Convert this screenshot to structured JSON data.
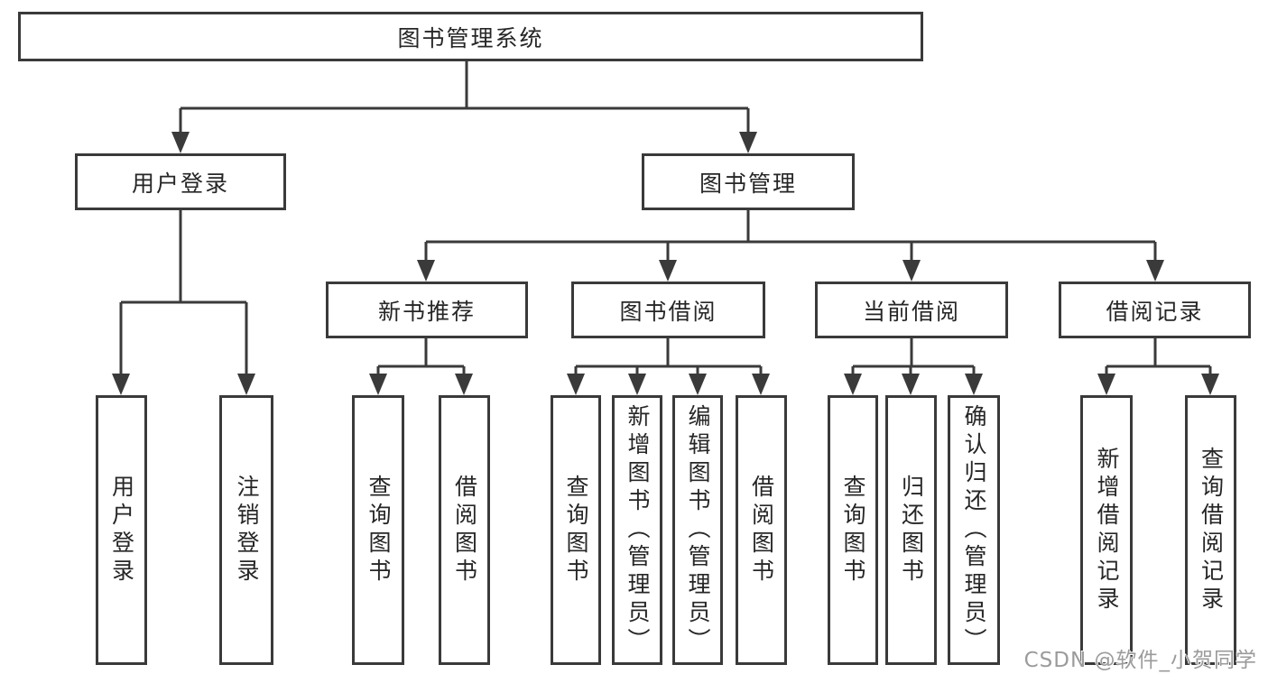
{
  "colors": {
    "line": "#3a3a3a",
    "text": "#262626",
    "box_bg": "#ffffff",
    "watermark": "#9b9b9b"
  },
  "watermark": "CSDN @软件_小贺同学",
  "tree": {
    "root": "图书管理系统",
    "children": [
      {
        "label": "用户登录",
        "children": [
          {
            "label": "用户登录"
          },
          {
            "label": "注销登录"
          }
        ]
      },
      {
        "label": "图书管理",
        "children": [
          {
            "label": "新书推荐",
            "children": [
              {
                "label": "查询图书"
              },
              {
                "label": "借阅图书"
              }
            ]
          },
          {
            "label": "图书借阅",
            "children": [
              {
                "label": "查询图书"
              },
              {
                "label": "新增图书（管理员）"
              },
              {
                "label": "编辑图书（管理员）"
              },
              {
                "label": "借阅图书"
              }
            ]
          },
          {
            "label": "当前借阅",
            "children": [
              {
                "label": "查询图书"
              },
              {
                "label": "归还图书"
              },
              {
                "label": "确认归还（管理员）"
              }
            ]
          },
          {
            "label": "借阅记录",
            "children": [
              {
                "label": "新增借阅记录"
              },
              {
                "label": "查询借阅记录"
              }
            ]
          }
        ]
      }
    ]
  }
}
